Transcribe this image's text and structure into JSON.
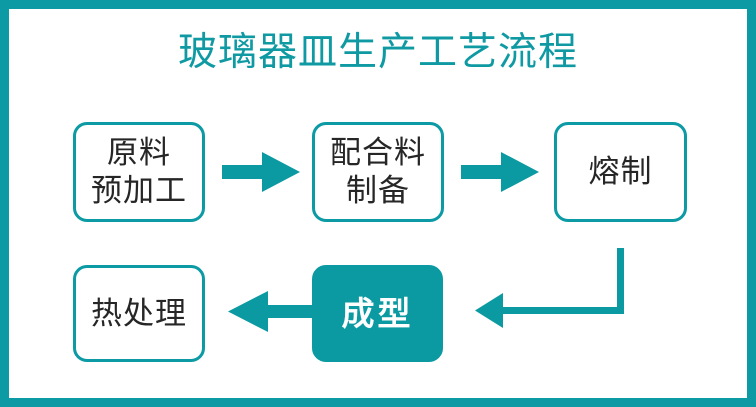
{
  "page": {
    "title": "玻璃器皿生产工艺流程",
    "frame_color": "#0c9aa4",
    "accent_color": "#0b9aa2",
    "text_color": "#262626",
    "background": "#ffffff"
  },
  "diagram": {
    "type": "flowchart",
    "orientation": "serpentine-left-to-right-then-right-to-left",
    "nodes": [
      {
        "id": "raw",
        "label": "原料\n预加工",
        "style": "outline",
        "row": 1,
        "order": 1
      },
      {
        "id": "batch",
        "label": "配合料\n制备",
        "style": "outline",
        "row": 1,
        "order": 2
      },
      {
        "id": "melting",
        "label": "熔制",
        "style": "outline",
        "row": 1,
        "order": 3
      },
      {
        "id": "forming",
        "label": "成型",
        "style": "filled",
        "row": 2,
        "order": 4
      },
      {
        "id": "annealing",
        "label": "热处理",
        "style": "outline",
        "row": 2,
        "order": 5
      }
    ],
    "edges": [
      {
        "from": "raw",
        "to": "batch",
        "shape": "straight",
        "direction": "right"
      },
      {
        "from": "batch",
        "to": "melting",
        "shape": "straight",
        "direction": "right"
      },
      {
        "from": "melting",
        "to": "forming",
        "shape": "elbow",
        "direction": "down-then-left"
      },
      {
        "from": "forming",
        "to": "annealing",
        "shape": "straight",
        "direction": "left"
      }
    ],
    "arrow_color": "#0b9aa2"
  }
}
